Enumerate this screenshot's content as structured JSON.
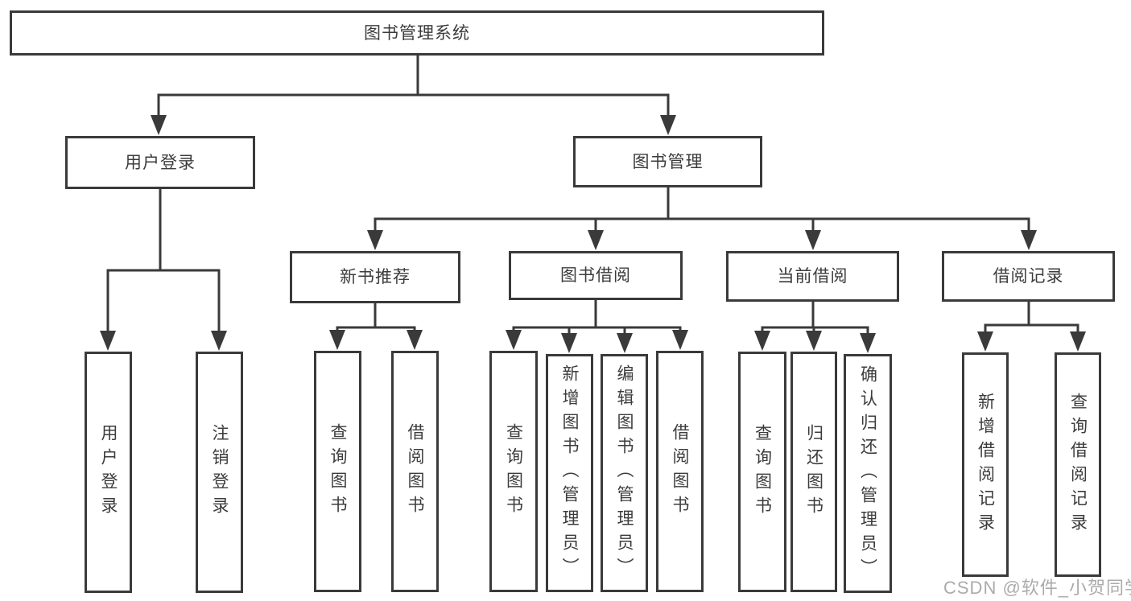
{
  "diagram_type": "hierarchy-tree",
  "colors": {
    "line": "#3a3a3a",
    "box_border": "#3a3a3a",
    "text": "#3c3c3c",
    "background": "#ffffff",
    "watermark_text": "#ababab"
  },
  "watermark": "CSDN @软件_小贺同学",
  "tree": {
    "label": "图书管理系统",
    "children": [
      {
        "label": "用户登录",
        "children": [
          {
            "label": "用户登录"
          },
          {
            "label": "注销登录"
          }
        ]
      },
      {
        "label": "图书管理",
        "children": [
          {
            "label": "新书推荐",
            "children": [
              {
                "label": "查询图书"
              },
              {
                "label": "借阅图书"
              }
            ]
          },
          {
            "label": "图书借阅",
            "children": [
              {
                "label": "查询图书"
              },
              {
                "label": "新增图书（管理员）"
              },
              {
                "label": "编辑图书（管理员）"
              },
              {
                "label": "借阅图书"
              }
            ]
          },
          {
            "label": "当前借阅",
            "children": [
              {
                "label": "查询图书"
              },
              {
                "label": "归还图书"
              },
              {
                "label": "确认归还（管理员）"
              }
            ]
          },
          {
            "label": "借阅记录",
            "children": [
              {
                "label": "新增借阅记录"
              },
              {
                "label": "查询借阅记录"
              }
            ]
          }
        ]
      }
    ]
  }
}
